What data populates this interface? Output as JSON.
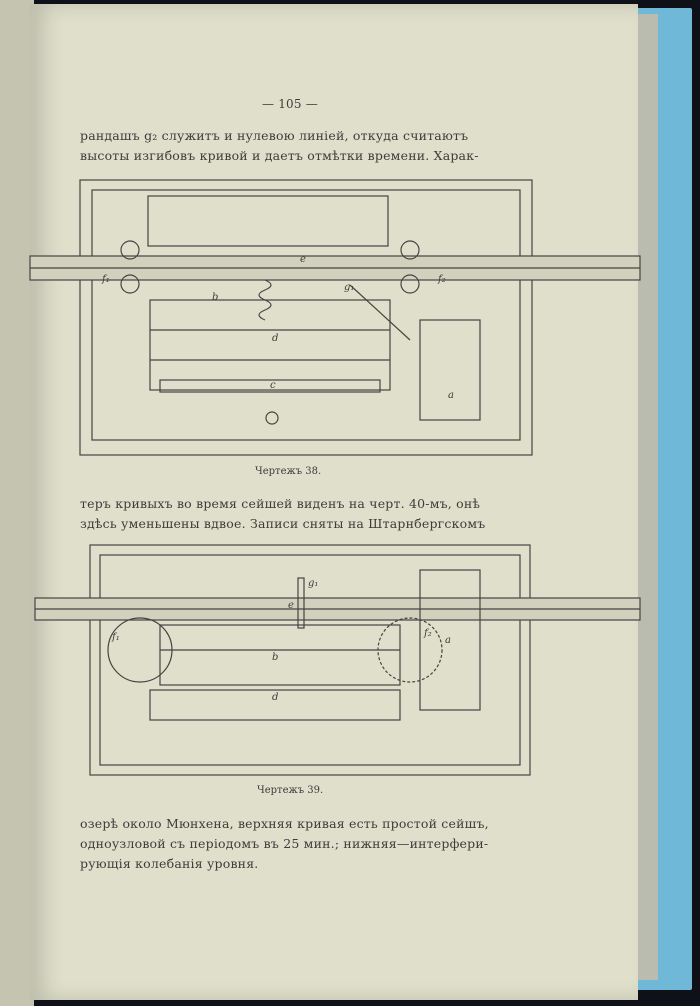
{
  "page_number": "— 105 —",
  "paragraph1": [
    "рандашъ g₂ служитъ и нулевою линіей, откуда считаютъ",
    "высоты изгибовъ кривой и даетъ  отмѣтки времени. Харак-"
  ],
  "figure38": {
    "caption": "Чертежъ 38.",
    "labels": [
      "e",
      "b",
      "d",
      "c",
      "a",
      "f₁",
      "f₂",
      "g₁"
    ]
  },
  "paragraph2": [
    "теръ кривыхъ во время сейшей виденъ на черт. 40-мъ, онѣ",
    "здѣсь уменьшены вдвое. Записи сняты на Штарнбергскомъ"
  ],
  "figure39": {
    "caption": "Чертежъ 39.",
    "labels": [
      "g₁",
      "e",
      "b",
      "d",
      "a",
      "f₁",
      "f₂"
    ]
  },
  "paragraph3": [
    "озерѣ около Мюнхена, верхняя кривая есть простой сейшъ,",
    "одноузловой съ періодомъ въ 25 мин.; нижняя—интерфери-",
    "рующія колебанія уровня."
  ]
}
